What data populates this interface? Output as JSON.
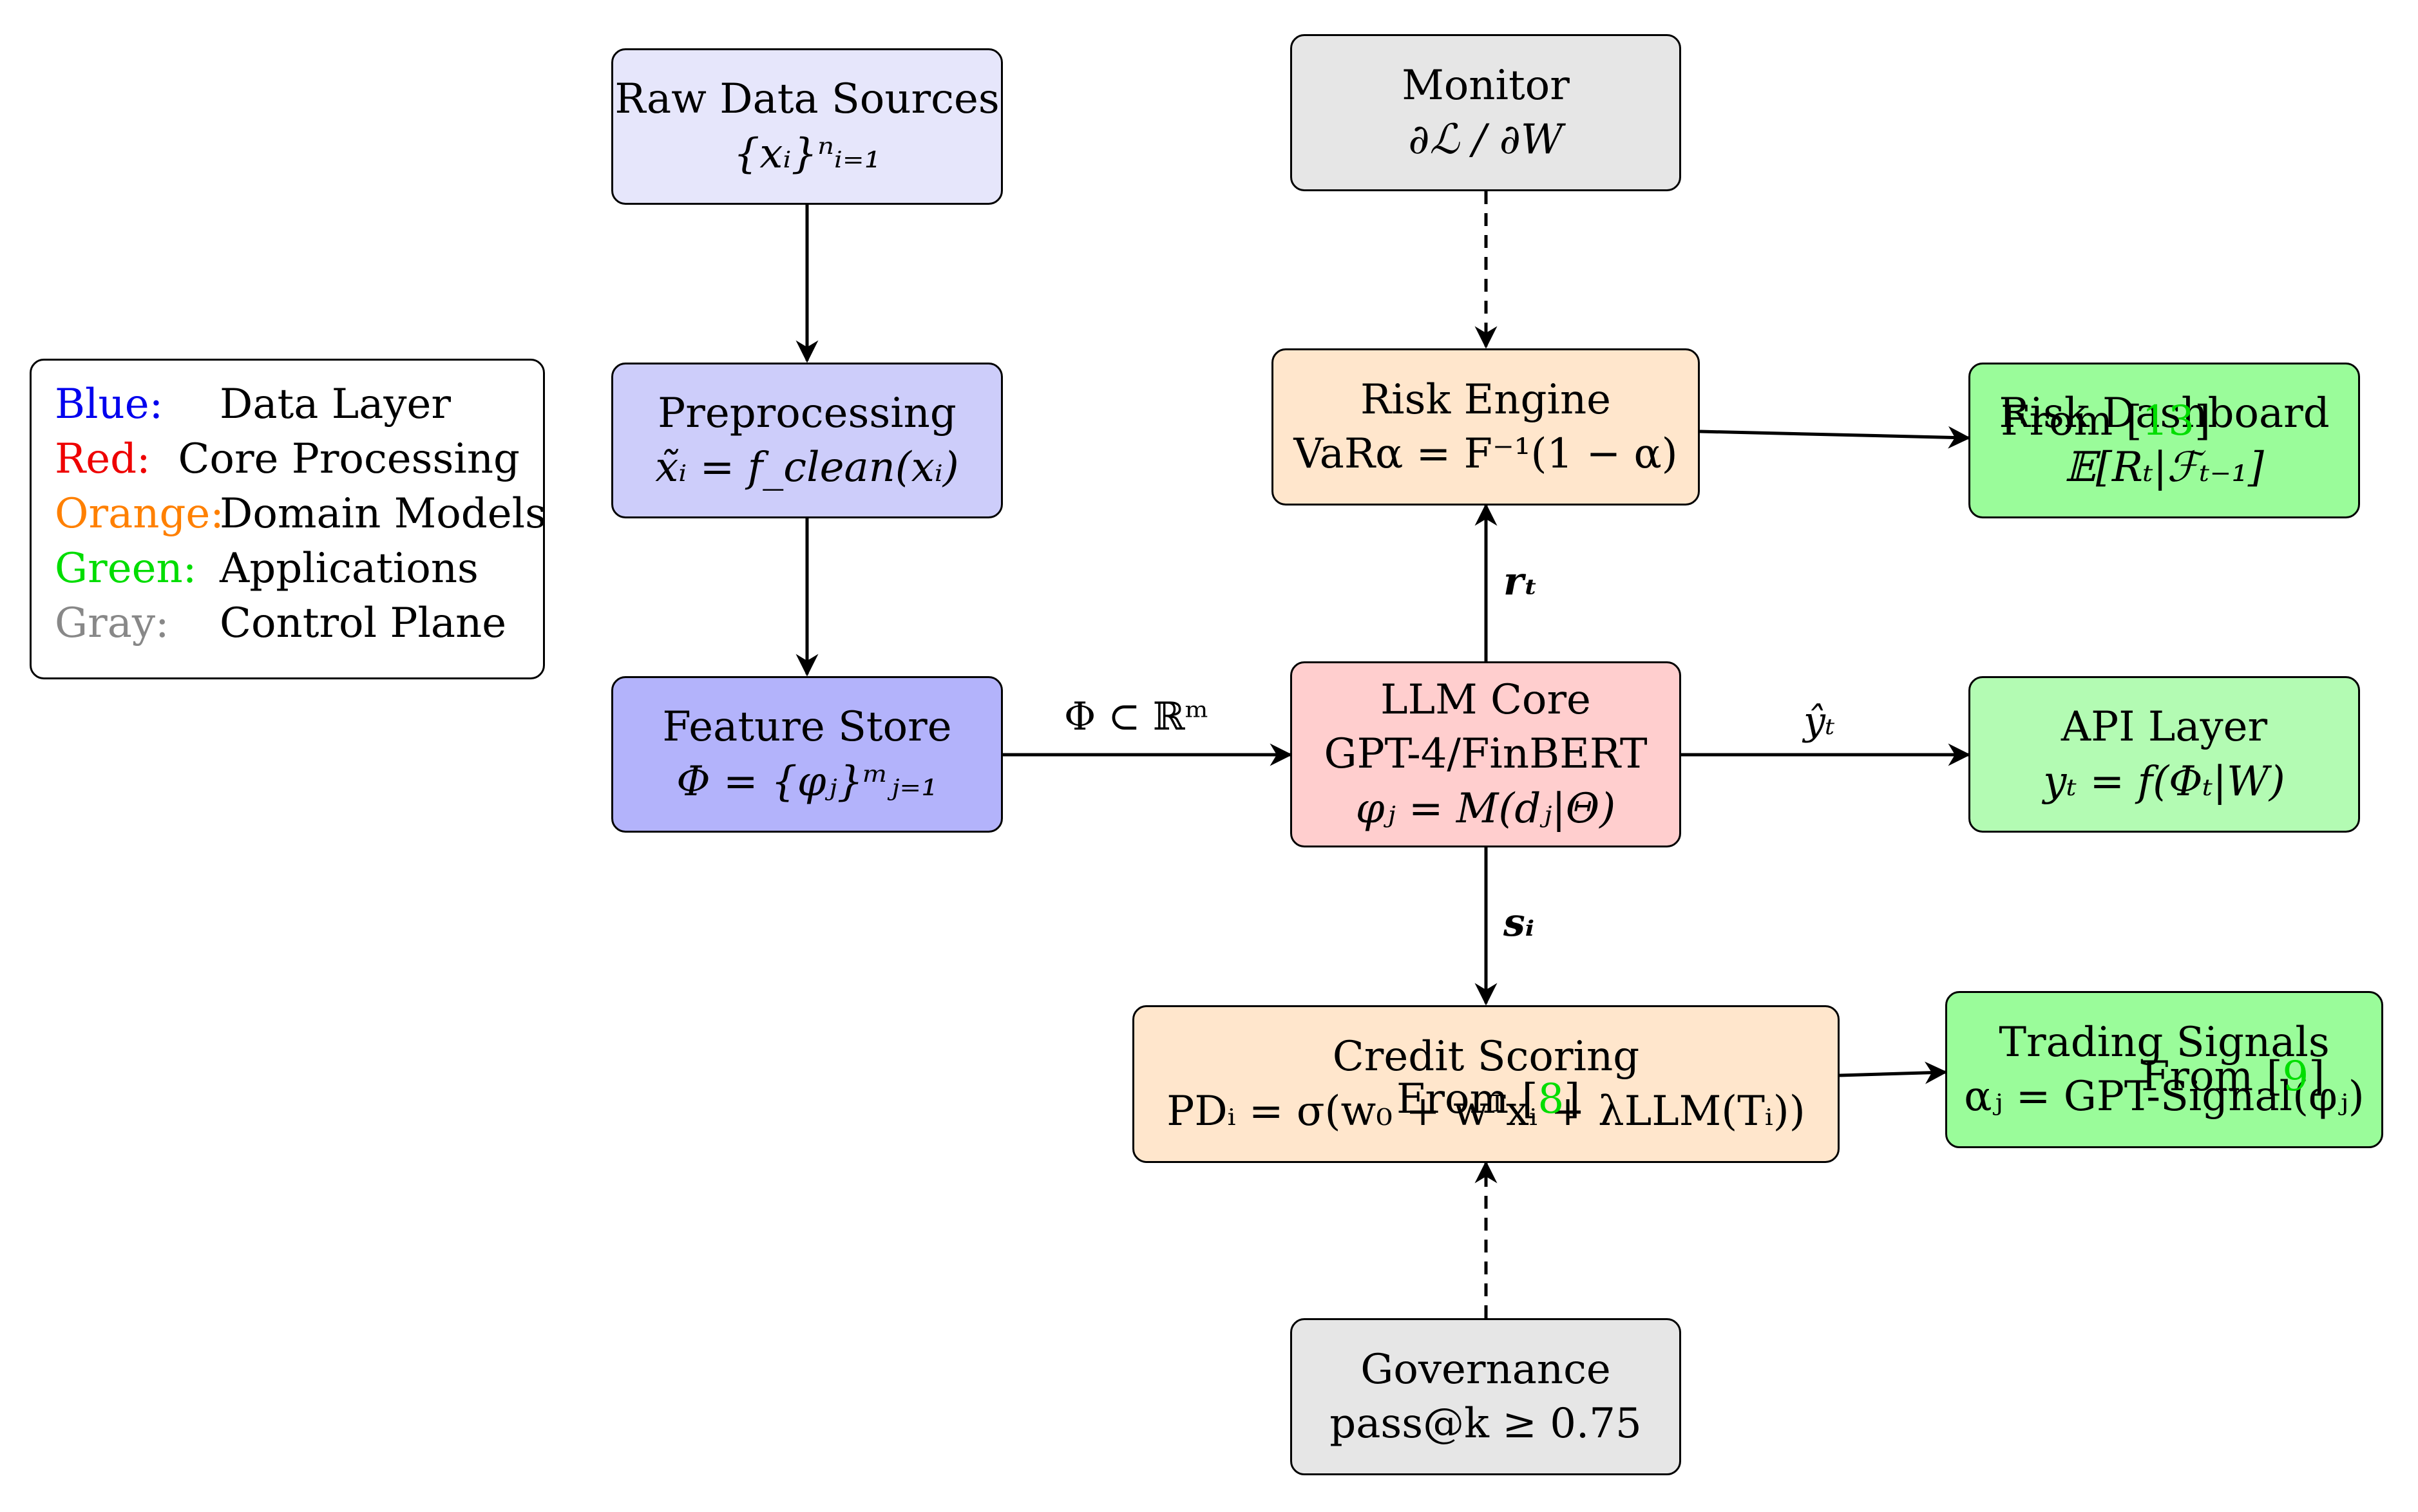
{
  "colors": {
    "data_light": "#e6e6fb",
    "data_mid": "#cdcdfa",
    "data_dark": "#b3b3fb",
    "core": "#ffcece",
    "domain": "#ffe6cc",
    "app_light": "#b3fbb3",
    "app_mid": "#9afc9a",
    "control": "#e6e6e6",
    "blue": "#0000ee",
    "red": "#ee0000",
    "orange": "#ff8000",
    "green": "#00dd00",
    "gray": "#888888",
    "citation": "#00dd00"
  },
  "legend": [
    {
      "key": "Blue:",
      "value": "Data Layer",
      "color": "#0000ee"
    },
    {
      "key": "Red:",
      "value": "Core Processing",
      "color": "#ee0000"
    },
    {
      "key": "Orange:",
      "value": "Domain Models",
      "color": "#ff8000"
    },
    {
      "key": "Green:",
      "value": "Applications",
      "color": "#00dd00"
    },
    {
      "key": "Gray:",
      "value": "Control Plane",
      "color": "#888888"
    }
  ],
  "nodes": {
    "raw": {
      "title": "Raw Data Sources",
      "formula": "{xᵢ}ⁿᵢ₌₁"
    },
    "preprocessing": {
      "title": "Preprocessing",
      "formula": "x̃ᵢ = f_clean(xᵢ)"
    },
    "feature_store": {
      "title": "Feature Store",
      "formula": "Φ = {φⱼ}ᵐⱼ₌₁"
    },
    "monitor": {
      "title": "Monitor",
      "formula": "∂ℒ / ∂W"
    },
    "risk_engine": {
      "title": "Risk Engine",
      "formula": "VaRα = F⁻¹(1 − α)"
    },
    "llm_core": {
      "title": "LLM Core",
      "subtitle": "GPT-4/FinBERT",
      "formula": "φⱼ = M(dⱼ|Θ)"
    },
    "credit_scoring": {
      "title": "Credit Scoring",
      "formula": "PDᵢ = σ(w₀ + wᵀxᵢ + λLLM(Tᵢ))"
    },
    "governance": {
      "title": "Governance",
      "formula": "pass@k ≥ 0.75"
    },
    "risk_dashboard": {
      "title": "Risk Dashboard",
      "formula": "𝔼[Rₜ|ℱₜ₋₁]"
    },
    "api_layer": {
      "title": "API Layer",
      "formula": "yₜ = f(Φₜ|W)"
    },
    "trading_signals": {
      "title": "Trading Signals",
      "formula": "αⱼ = GPT-Signal(φⱼ)"
    }
  },
  "edge_labels": {
    "feature_to_llm": "Φ ⊂ ℝᵐ",
    "llm_to_risk": "rₜ",
    "llm_to_api": "ŷₜ",
    "llm_to_credit": "sᵢ"
  },
  "citations": {
    "dashboard": {
      "prefix": "From [",
      "ref": "13",
      "suffix": "]"
    },
    "credit": {
      "prefix": "From [",
      "ref": "8",
      "suffix": "]"
    },
    "trading": {
      "prefix": "From [",
      "ref": "9",
      "suffix": "]"
    }
  }
}
